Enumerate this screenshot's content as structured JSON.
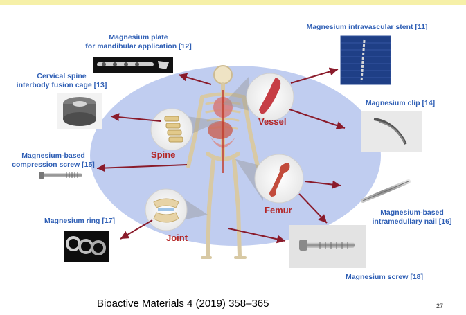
{
  "labels": {
    "plate_l1": "Magnesium plate",
    "plate_l2": "for mandibular application [12]",
    "stent": "Magnesium intravascular stent [11]",
    "cage_l1": "Cervical spine",
    "cage_l2": "interbody fusion cage [13]",
    "clip": "Magnesium clip [14]",
    "comp_l1": "Magnesium-based",
    "comp_l2": "compression screw [15]",
    "nail_l1": "Magnesium-based",
    "nail_l2": "intramedullary nail [16]",
    "ring": "Magnesium ring [17]",
    "screw": "Magnesium screw [18]"
  },
  "parts": {
    "vessel": "Vessel",
    "spine": "Spine",
    "femur": "Femur",
    "joint": "Joint"
  },
  "citation": "Bioactive Materials 4 (2019) 358–365",
  "page_number": "27",
  "colors": {
    "label_blue": "#2f5fb5",
    "part_red": "#b32525",
    "ellipse": "#b9c8ee",
    "arrow": "#8a1b2b"
  }
}
